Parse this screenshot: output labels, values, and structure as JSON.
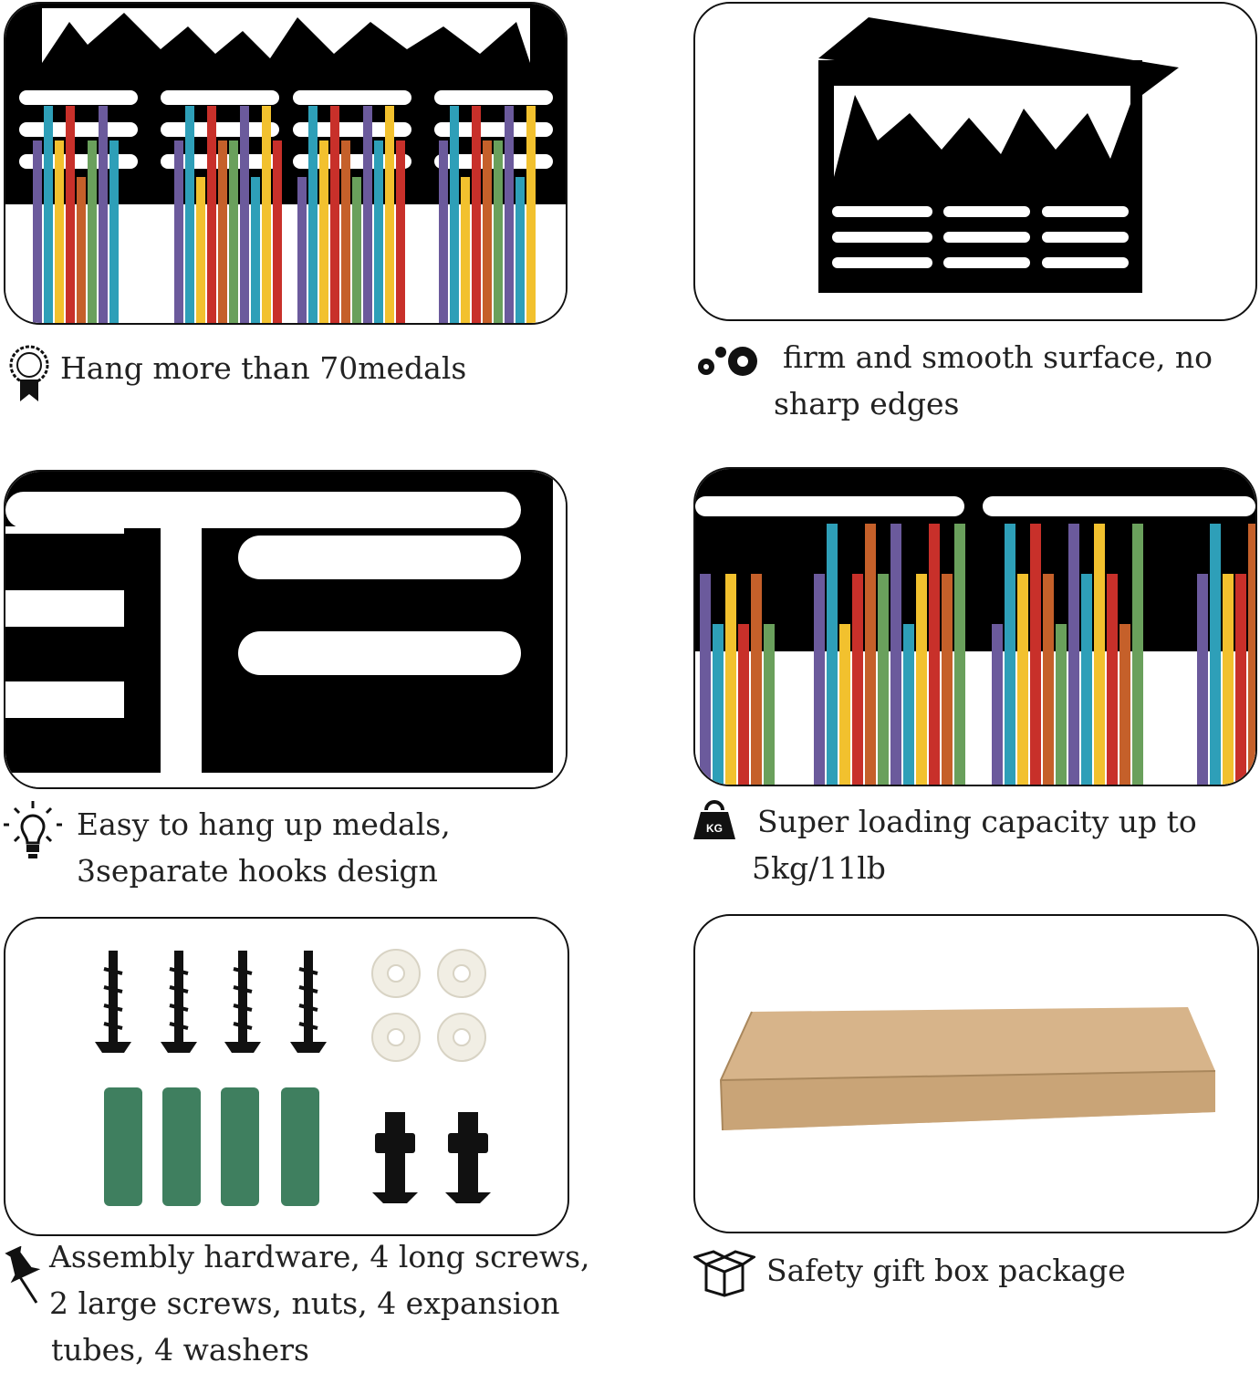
{
  "captions": {
    "medals": "Hang more than 70medals",
    "surface_line1": "firm and smooth surface, no",
    "surface_line2": "sharp edges",
    "hooks_line1": "Easy to hang up medals,",
    "hooks_line2": "3separate hooks design",
    "capacity_line1": "Super loading capacity  up to",
    "capacity_line2": "5kg/11lb",
    "hardware_line1": "Assembly  hardware, 4  long  screws,",
    "hardware_line2": "2  large  screws, nuts, 4  expansion",
    "hardware_line3": "tubes,  4  washers",
    "package": "Safety gift box package"
  },
  "icons": {
    "medals": "award-ribbon-icon",
    "surface": "gears-icon",
    "hooks": "lightbulb-icon",
    "capacity": "kettlebell-weight-icon",
    "hardware": "pushpin-icon",
    "package": "open-box-icon"
  },
  "weight_badge": "KG",
  "colors": {
    "ribbon_red": "#c8302a",
    "ribbon_yellow": "#f2c12e",
    "ribbon_teal": "#2e9fb8",
    "ribbon_purple": "#6b5a9c",
    "ribbon_green": "#6aa05c",
    "ribbon_orange": "#c5602a",
    "metal": "#0a0a0a",
    "anchor_green": "#3f7f5f",
    "box_cardboard": "#d7b48a"
  }
}
